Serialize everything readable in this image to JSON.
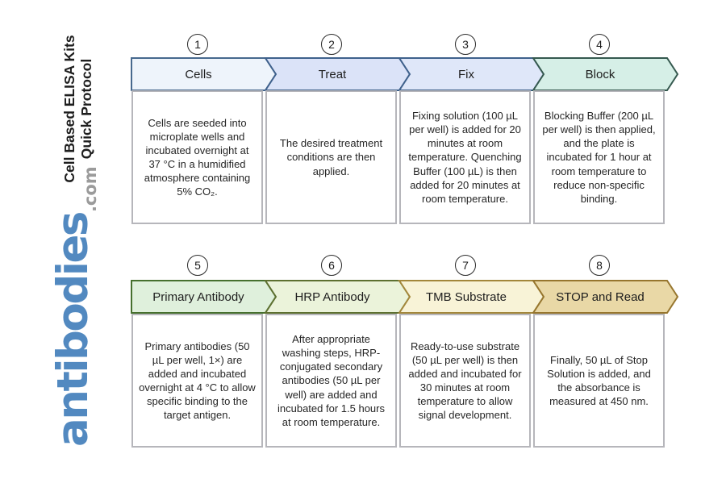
{
  "sidebar": {
    "title_line1": "Cell Based ELISA Kits",
    "title_line2": "Quick Protocol",
    "logo_text": "antibodies",
    "logo_suffix": ".com",
    "logo_color": "#5289c0",
    "logo_suffix_color": "#9b9b9b"
  },
  "steps": [
    {
      "number": "1",
      "label": "Cells",
      "description": "Cells are seeded into microplate wells and incubated overnight at 37 °C in a humidified atmosphere containing 5% CO₂.",
      "fill": "#eef4fb",
      "stroke": "#47698e"
    },
    {
      "number": "2",
      "label": "Treat",
      "description": "The desired treatment conditions are then applied.",
      "fill": "#dbe3f8",
      "stroke": "#3f618c"
    },
    {
      "number": "3",
      "label": "Fix",
      "description": "Fixing solution (100 µL per well) is added for 20 minutes at room temperature. Quenching Buffer (100 µL) is then added for 20 minutes at room temperature.",
      "fill": "#dfe7f9",
      "stroke": "#3f618c"
    },
    {
      "number": "4",
      "label": "Block",
      "description": "Blocking Buffer (200 µL per well) is then applied, and the plate is incubated for 1 hour at room temperature to reduce non-specific binding.",
      "fill": "#d6efe7",
      "stroke": "#35594f"
    },
    {
      "number": "5",
      "label": "Primary Antibody",
      "description": "Primary antibodies (50 µL per well, 1×) are added and incubated overnight at 4 °C to allow specific binding to the target antigen.",
      "fill": "#dff0dc",
      "stroke": "#46702e"
    },
    {
      "number": "6",
      "label": "HRP Antibody",
      "description": "After appropriate washing steps, HRP-conjugated secondary antibodies (50 µL per well) are added and incubated for 1.5 hours at room temperature.",
      "fill": "#ebf3da",
      "stroke": "#5d7030"
    },
    {
      "number": "7",
      "label": "TMB Substrate",
      "description": "Ready-to-use substrate (50 µL per well) is then added and incubated for 30 minutes at room temperature to allow signal development.",
      "fill": "#f8f3d7",
      "stroke": "#a3873b"
    },
    {
      "number": "8",
      "label": "STOP and Read",
      "description": "Finally, 50 µL of Stop Solution is added, and the absorbance is measured at 450 nm.",
      "fill": "#e9d8a6",
      "stroke": "#97762e"
    }
  ]
}
